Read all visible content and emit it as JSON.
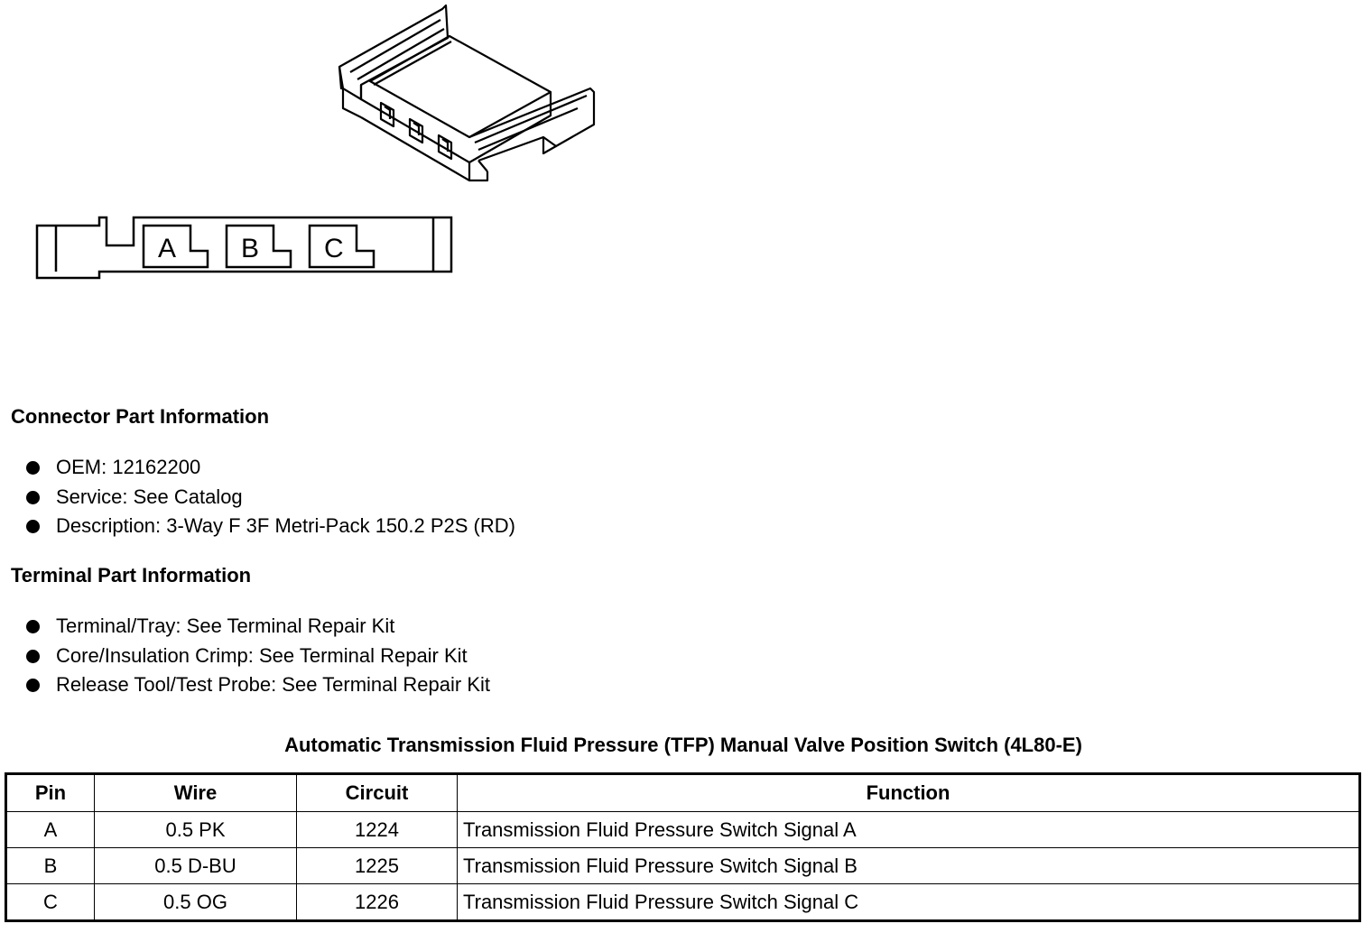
{
  "connector_face": {
    "pins": [
      "A",
      "B",
      "C"
    ]
  },
  "connector_info": {
    "heading": "Connector Part Information",
    "items": [
      "OEM: 12162200",
      "Service: See Catalog",
      "Description: 3-Way F 3F Metri-Pack 150.2 P2S (RD)"
    ]
  },
  "terminal_info": {
    "heading": "Terminal Part Information",
    "items": [
      "Terminal/Tray: See Terminal Repair Kit",
      "Core/Insulation Crimp: See Terminal Repair Kit",
      "Release Tool/Test Probe: See Terminal Repair Kit"
    ]
  },
  "pin_table": {
    "title": "Automatic Transmission Fluid Pressure (TFP) Manual Valve Position Switch (4L80-E)",
    "columns": [
      "Pin",
      "Wire",
      "Circuit",
      "Function"
    ],
    "rows": [
      [
        "A",
        "0.5 PK",
        "1224",
        "Transmission Fluid Pressure Switch Signal A"
      ],
      [
        "B",
        "0.5 D-BU",
        "1225",
        "Transmission Fluid Pressure Switch Signal B"
      ],
      [
        "C",
        "0.5 OG",
        "1226",
        "Transmission Fluid Pressure Switch Signal C"
      ]
    ]
  }
}
